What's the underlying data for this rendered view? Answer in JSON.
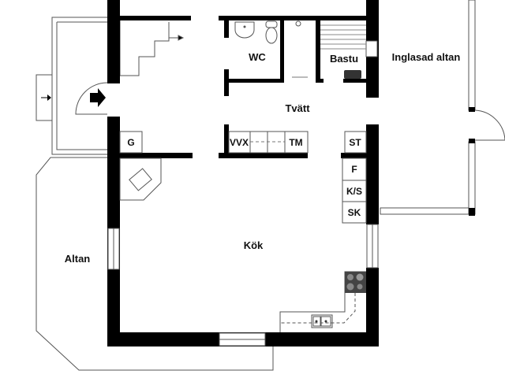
{
  "rooms": {
    "wc": "WC",
    "bastu": "Bastu",
    "inglasad_altan": "Inglasad altan",
    "tvatt": "Tvätt",
    "kok": "Kök",
    "altan": "Altan"
  },
  "fixtures": {
    "vvx": "VVX",
    "tm": "TM",
    "st": "ST",
    "g": "G",
    "f": "F",
    "ks": "K/S",
    "sk": "SK"
  }
}
